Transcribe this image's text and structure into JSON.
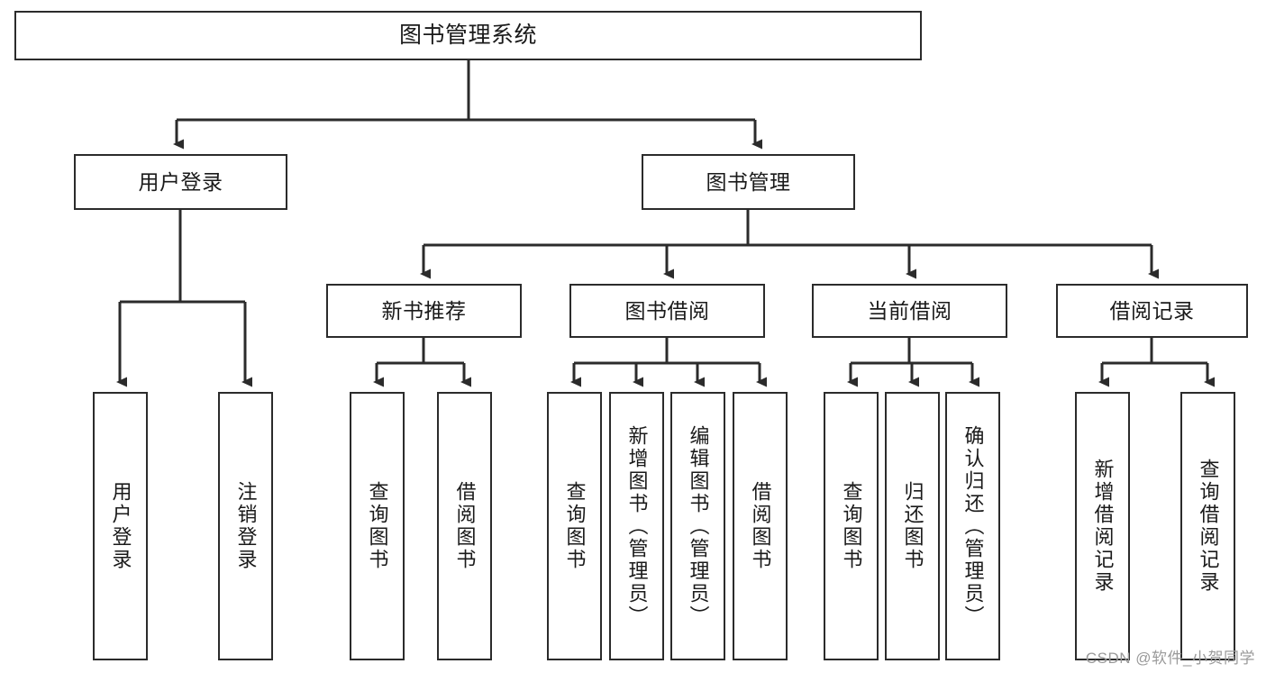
{
  "diagram": {
    "title": "图书管理系统",
    "type": "tree-hierarchy",
    "watermark": "CSDN @软件_小贺同学",
    "colors": {
      "box_border": "#2b2b2b",
      "box_fill": "#ffffff",
      "connector": "#2b2b2b",
      "text": "#1a1a1a",
      "watermark": "#9a9a9a",
      "background": "#ffffff"
    },
    "nodes": {
      "root": {
        "label": "图书管理系统"
      },
      "level2": [
        {
          "id": "user-login",
          "label": "用户登录"
        },
        {
          "id": "book-manage",
          "label": "图书管理"
        }
      ],
      "level3": [
        {
          "id": "new-book-recommend",
          "label": "新书推荐"
        },
        {
          "id": "book-borrow",
          "label": "图书借阅"
        },
        {
          "id": "current-borrow",
          "label": "当前借阅"
        },
        {
          "id": "borrow-record",
          "label": "借阅记录"
        }
      ],
      "leaves": {
        "user_login": [
          {
            "id": "leaf-user-login",
            "label": "用户登录"
          },
          {
            "id": "leaf-user-logout",
            "label": "注销登录"
          }
        ],
        "new_book_recommend": [
          {
            "id": "leaf-query-book-1",
            "label": "查询图书"
          },
          {
            "id": "leaf-borrow-book-1",
            "label": "借阅图书"
          }
        ],
        "book_borrow": [
          {
            "id": "leaf-query-book-2",
            "label": "查询图书"
          },
          {
            "id": "leaf-add-book",
            "label": "新增图书（管理员）"
          },
          {
            "id": "leaf-edit-book",
            "label": "编辑图书（管理员）"
          },
          {
            "id": "leaf-borrow-book-2",
            "label": "借阅图书"
          }
        ],
        "current_borrow": [
          {
            "id": "leaf-query-book-3",
            "label": "查询图书"
          },
          {
            "id": "leaf-return-book",
            "label": "归还图书"
          },
          {
            "id": "leaf-confirm-return",
            "label": "确认归还（管理员）"
          }
        ],
        "borrow_record": [
          {
            "id": "leaf-add-record",
            "label": "新增借阅记录"
          },
          {
            "id": "leaf-query-record",
            "label": "查询借阅记录"
          }
        ]
      }
    }
  }
}
